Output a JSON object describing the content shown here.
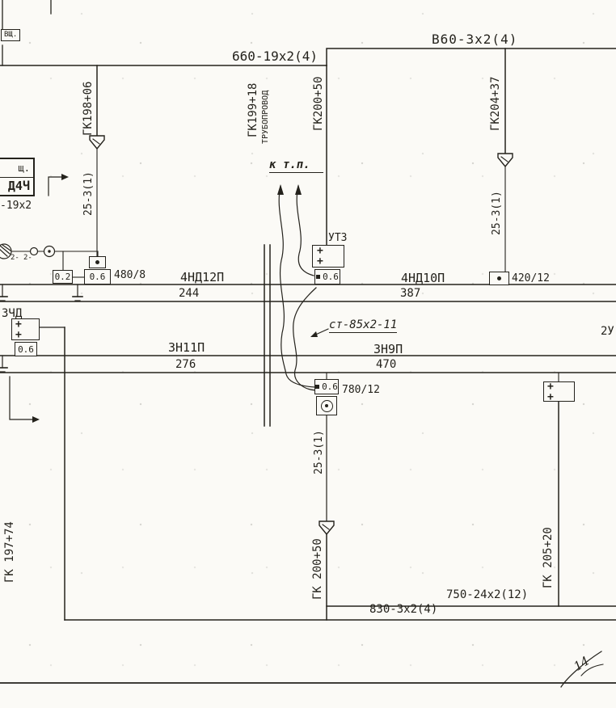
{
  "colors": {
    "ink": "#24221c",
    "paper": "#fbfaf6"
  },
  "top": {
    "cable_left": "660-19x2(4)",
    "cable_right": "В60-3x2(4)"
  },
  "risers": {
    "gk198": "ГК198+06",
    "gk199": "ГК199+18",
    "truboprovod": "ТРУБОПРОВОД",
    "gk200_top": "ГК200+50",
    "gk204": "ГК204+37",
    "cable_a": "25-3(1)",
    "cable_b": "25-3(1)",
    "cable_c": "25-3(1)",
    "gk200_bottom": "ГК 200+50",
    "gk197": "ГК 197+74",
    "gk205": "ГК 205+20",
    "ktp": "к т.п.",
    "st85": "ст-85x2-11"
  },
  "pipelines": {
    "row1": {
      "left_name": "4НД12П",
      "left_num": "244",
      "right_name": "4НД10П",
      "right_num": "387"
    },
    "row2": {
      "left_name": "ЗН11П",
      "left_num": "276",
      "right_name": "ЗН9П",
      "right_num": "470",
      "edge": "2У"
    }
  },
  "components": {
    "utz": "УТЗ",
    "c480": "480/8",
    "c420": "420/12",
    "c780": "780/12",
    "v02": "0.2",
    "v06_1": "0.6",
    "v06_2": "0.6",
    "v06_3": "0.6",
    "v06_4": "0.6",
    "zchd": "ЗЧД",
    "plus_1": "+ +",
    "plus_2": "+ +",
    "plus_3": "+ +",
    "tag2_1": "2-",
    "tag2_2": "2-"
  },
  "bottom": {
    "cable_1": "750-24x2(12)",
    "cable_2": "830-3x2(4)"
  },
  "left_panel": {
    "vshch": "ВЩ.",
    "box_top": "щ.",
    "box_bottom": "Д4Ч",
    "cable": "-19x2"
  },
  "annotations": {
    "signature": "14"
  }
}
